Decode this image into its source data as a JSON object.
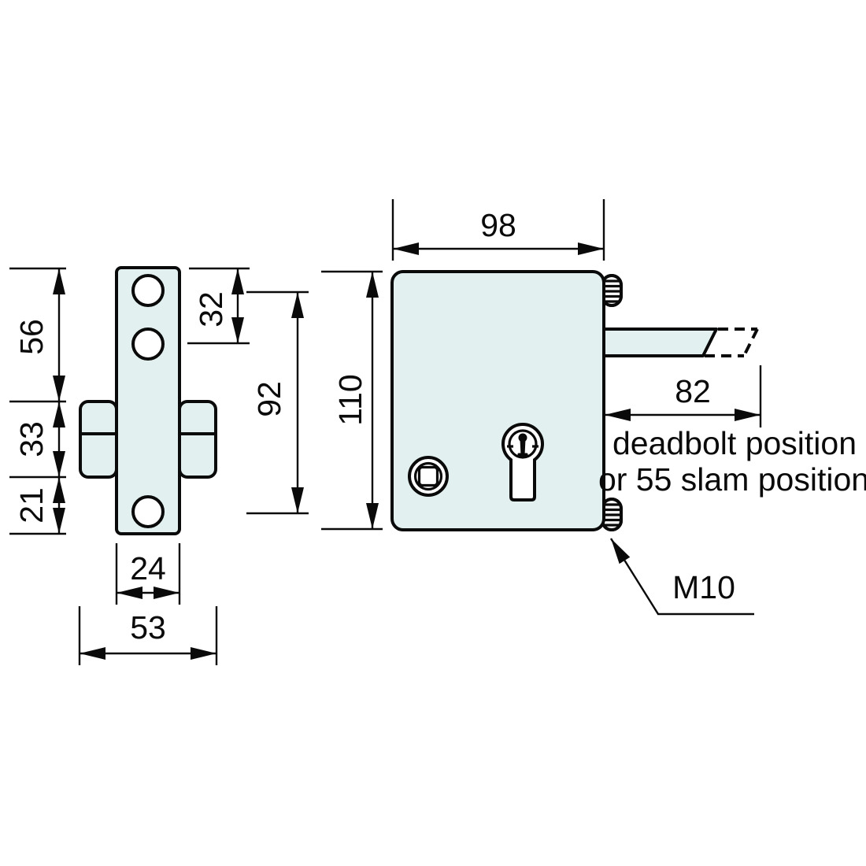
{
  "colors": {
    "part_fill": "#e2f1ef",
    "line_color": "#0a0a0a",
    "background": "#ffffff"
  },
  "dimensions": {
    "plate_upper_section": "56",
    "plate_middle_section": "33",
    "plate_lower_section": "21",
    "hole_offset_from_top": "32",
    "mounting_hole_spacing": "92",
    "plate_width": "24",
    "overall_depth": "53",
    "body_width": "98",
    "body_height": "110",
    "bolt_extension": "82"
  },
  "annotations": {
    "bolt_note_line1": "deadbolt position",
    "bolt_note_line2": "or 55 slam position",
    "thread_size": "M10"
  }
}
